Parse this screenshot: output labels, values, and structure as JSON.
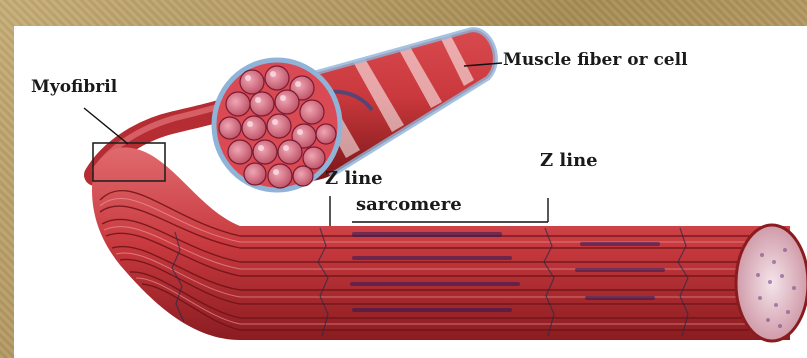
{
  "diagram": {
    "labels": {
      "myofibril": "Myofibril",
      "muscle_fiber": "Muscle fiber or cell",
      "z_line_left": "Z line",
      "z_line_right": "Z line",
      "sarcomere": "sarcomere"
    }
  },
  "colors": {
    "background": "#b79d63",
    "panel": "#ffffff",
    "muscle_red": "#c8383c",
    "muscle_dark": "#7a1518",
    "muscle_light": "#e8757a",
    "sheath_blue": "#8fb4d8",
    "label_text": "#1a1a1a"
  }
}
